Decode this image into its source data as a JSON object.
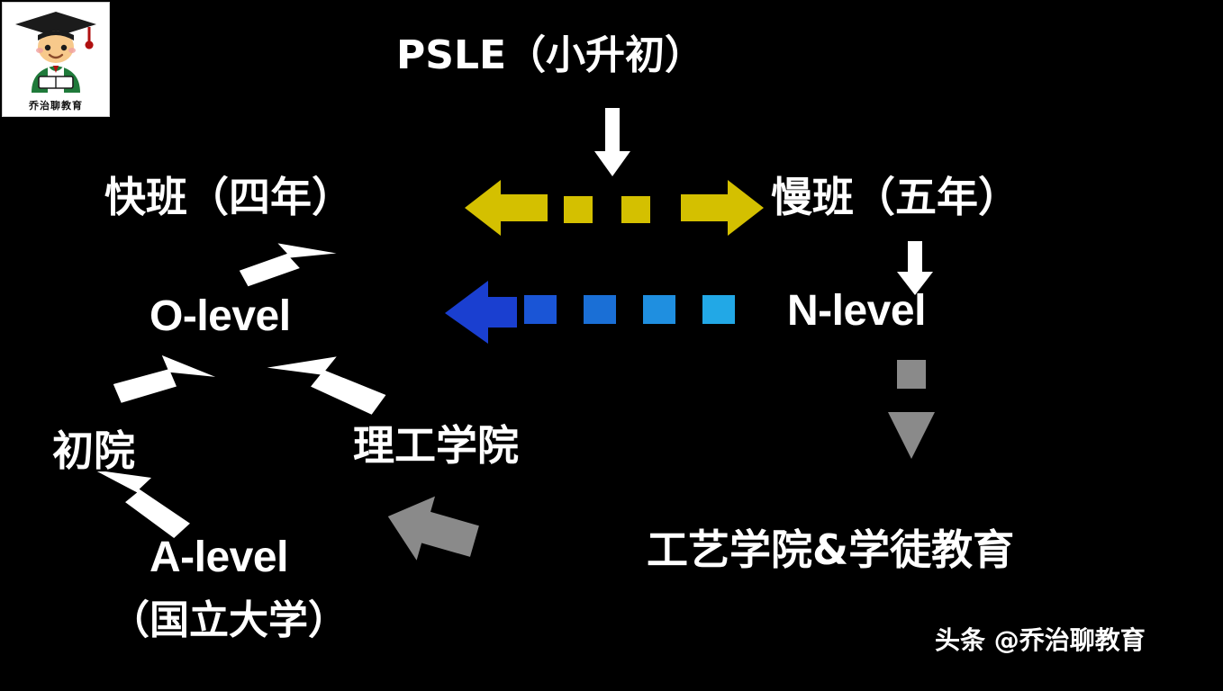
{
  "logo": {
    "caption": "乔治聊教育",
    "alt_name": "graduate-avatar-logo"
  },
  "diagram": {
    "title": "PSLE（小升初）",
    "nodes": [
      {
        "id": "psle",
        "label": "PSLE（小升初）",
        "script": "cn"
      },
      {
        "id": "fast",
        "label": "快班（四年）",
        "script": "cn"
      },
      {
        "id": "slow",
        "label": "慢班（五年）",
        "script": "cn"
      },
      {
        "id": "olevel",
        "label": "O-level",
        "script": "en"
      },
      {
        "id": "nlevel",
        "label": "N-level",
        "script": "en"
      },
      {
        "id": "jc",
        "label": "初院",
        "script": "cn"
      },
      {
        "id": "poly",
        "label": "理工学院",
        "script": "cn"
      },
      {
        "id": "alevel",
        "label": "A-level",
        "script": "en"
      },
      {
        "id": "alevel_sub",
        "label": "（国立大学）",
        "script": "cn"
      },
      {
        "id": "ite",
        "label": "工艺学院&学徒教育",
        "script": "cn"
      }
    ],
    "colors": {
      "background": "#000000",
      "text": "#ffffff",
      "arrow_white": "#ffffff",
      "arrow_yellow": "#d4c000",
      "arrow_blue": "#1a3fd0",
      "arrow_blue_light": "#1f8fe0",
      "arrow_gray": "#8a8a8a"
    }
  },
  "watermark": {
    "brand": "头条",
    "handle": "@乔治聊教育",
    "text": "头条 @乔治聊教育"
  }
}
